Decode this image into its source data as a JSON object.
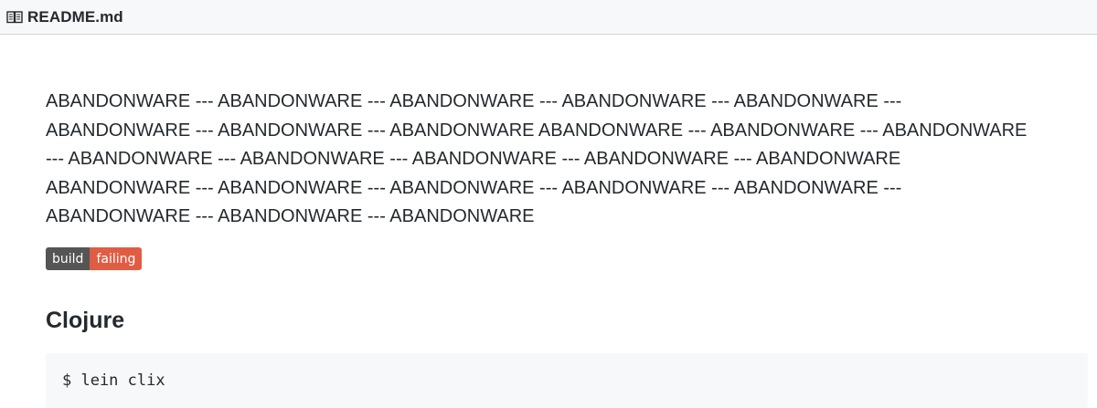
{
  "header": {
    "icon": "book-icon",
    "title": "README.md"
  },
  "content": {
    "lines": [
      "ABANDONWARE --- ABANDONWARE --- ABANDONWARE --- ABANDONWARE --- ABANDONWARE ---",
      "ABANDONWARE --- ABANDONWARE --- ABANDONWARE ABANDONWARE --- ABANDONWARE --- ABANDONWARE",
      "--- ABANDONWARE --- ABANDONWARE --- ABANDONWARE --- ABANDONWARE --- ABANDONWARE",
      "ABANDONWARE --- ABANDONWARE --- ABANDONWARE --- ABANDONWARE --- ABANDONWARE ---",
      "ABANDONWARE --- ABANDONWARE --- ABANDONWARE"
    ]
  },
  "badge": {
    "left": "build",
    "right": "failing",
    "right_color": "#e05d44"
  },
  "section": {
    "heading": "Clojure",
    "code": "$ lein clix"
  }
}
